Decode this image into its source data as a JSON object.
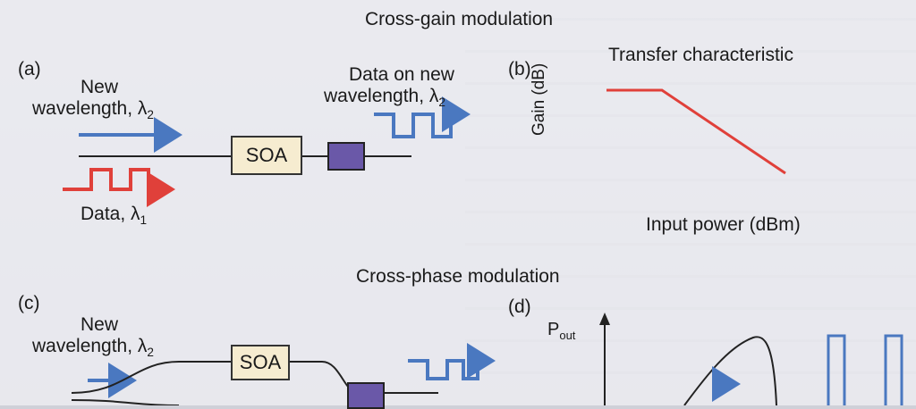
{
  "top": {
    "title": "Cross-gain modulation",
    "panel_a": {
      "label": "(a)",
      "new_wavelength_line1": "New",
      "new_wavelength_line2": "wavelength, λ",
      "new_wavelength_sub": "2",
      "data_new_line1": "Data on new",
      "data_new_line2": "wavelength, λ",
      "data_new_sub": "2",
      "soa": "SOA",
      "data_label": "Data, λ",
      "data_sub": "1"
    },
    "panel_b": {
      "label": "(b)",
      "title": "Transfer characteristic",
      "ylabel": "Gain (dB)",
      "xlabel": "Input power (dBm)"
    }
  },
  "bottom": {
    "title": "Cross-phase modulation",
    "panel_c": {
      "label": "(c)",
      "new_wavelength_line1": "New",
      "new_wavelength_line2": "wavelength, λ",
      "new_wavelength_sub": "2",
      "soa": "SOA"
    },
    "panel_d": {
      "label": "(d)",
      "ylabel": "P",
      "ylabel_sub": "out"
    }
  },
  "colors": {
    "blue": "#4a78c0",
    "red": "#e0403a",
    "filter": "#6a58a8",
    "soa_fill": "#f6ecd0"
  }
}
